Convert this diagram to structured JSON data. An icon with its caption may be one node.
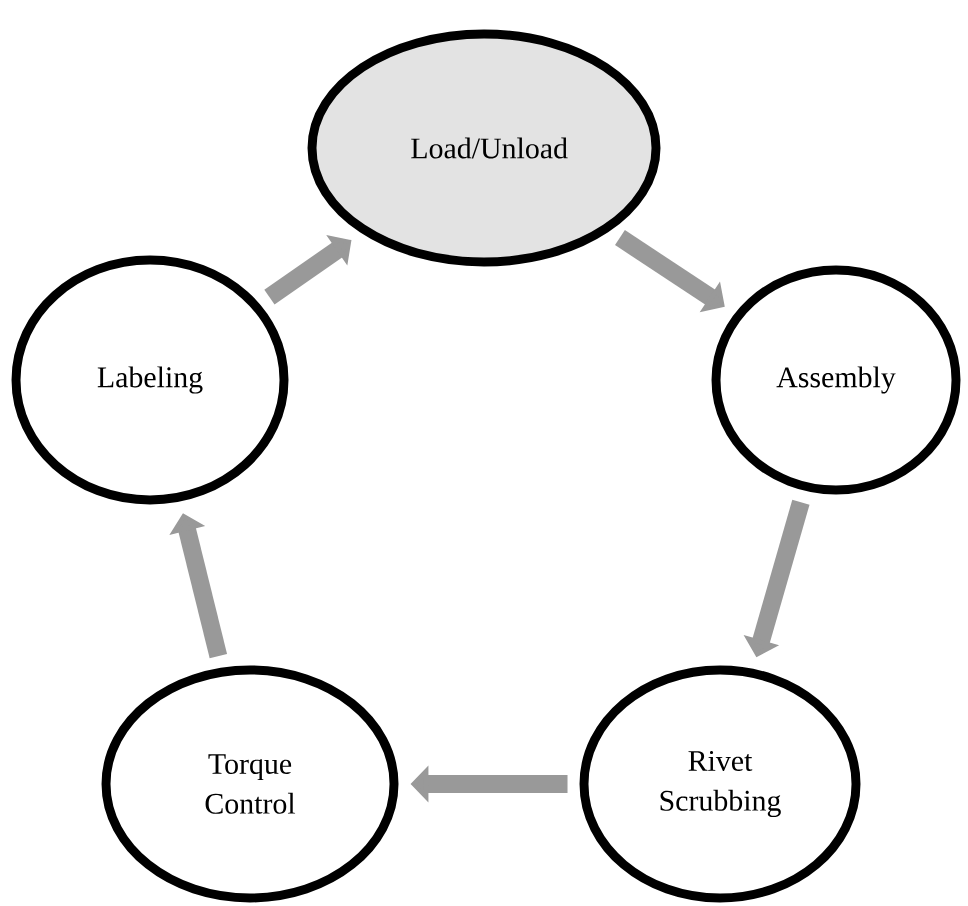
{
  "diagram": {
    "nodes": [
      {
        "text": [
          "Load/Unload"
        ]
      },
      {
        "text": [
          "Assembly"
        ]
      },
      {
        "text": [
          "Rivet Scrubbing"
        ]
      },
      {
        "text": [
          "Torque Control"
        ]
      },
      {
        "text": [
          "Labeling"
        ]
      }
    ],
    "edges": [
      {
        "from": 0,
        "to": 1,
        "arrow": "to"
      },
      {
        "from": 1,
        "to": 2,
        "arrow": "to"
      },
      {
        "from": 2,
        "to": 3,
        "arrow": "to"
      },
      {
        "from": 3,
        "to": 4,
        "arrow": "to"
      },
      {
        "from": 4,
        "to": 0,
        "arrow": "to"
      }
    ]
  }
}
